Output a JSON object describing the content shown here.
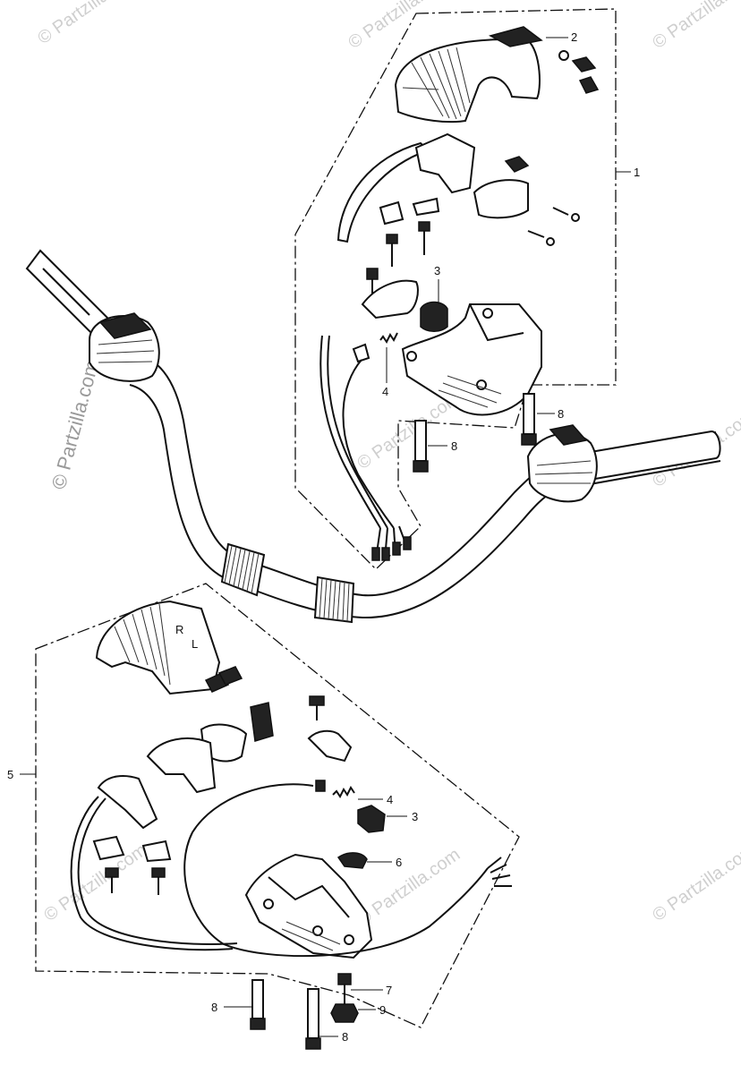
{
  "watermarks": [
    "© Partzilla.com",
    "© Partzilla.com",
    "© Partzilla.com",
    "© Partzilla.com",
    "© Partzilla.com",
    "© Partzilla.com",
    "© Partzilla.com",
    "© Partzilla.com",
    "© Partzilla.com"
  ],
  "callouts": {
    "c1": "1",
    "c2": "2",
    "c3a": "3",
    "c4a": "4",
    "c8a": "8",
    "c8b": "8",
    "c5": "5",
    "c4b": "4",
    "c3b": "3",
    "c6": "6",
    "c7": "7",
    "c9": "9",
    "c8c": "8",
    "c8d": "8"
  },
  "switch_letters": {
    "r": "R",
    "l": "L"
  }
}
